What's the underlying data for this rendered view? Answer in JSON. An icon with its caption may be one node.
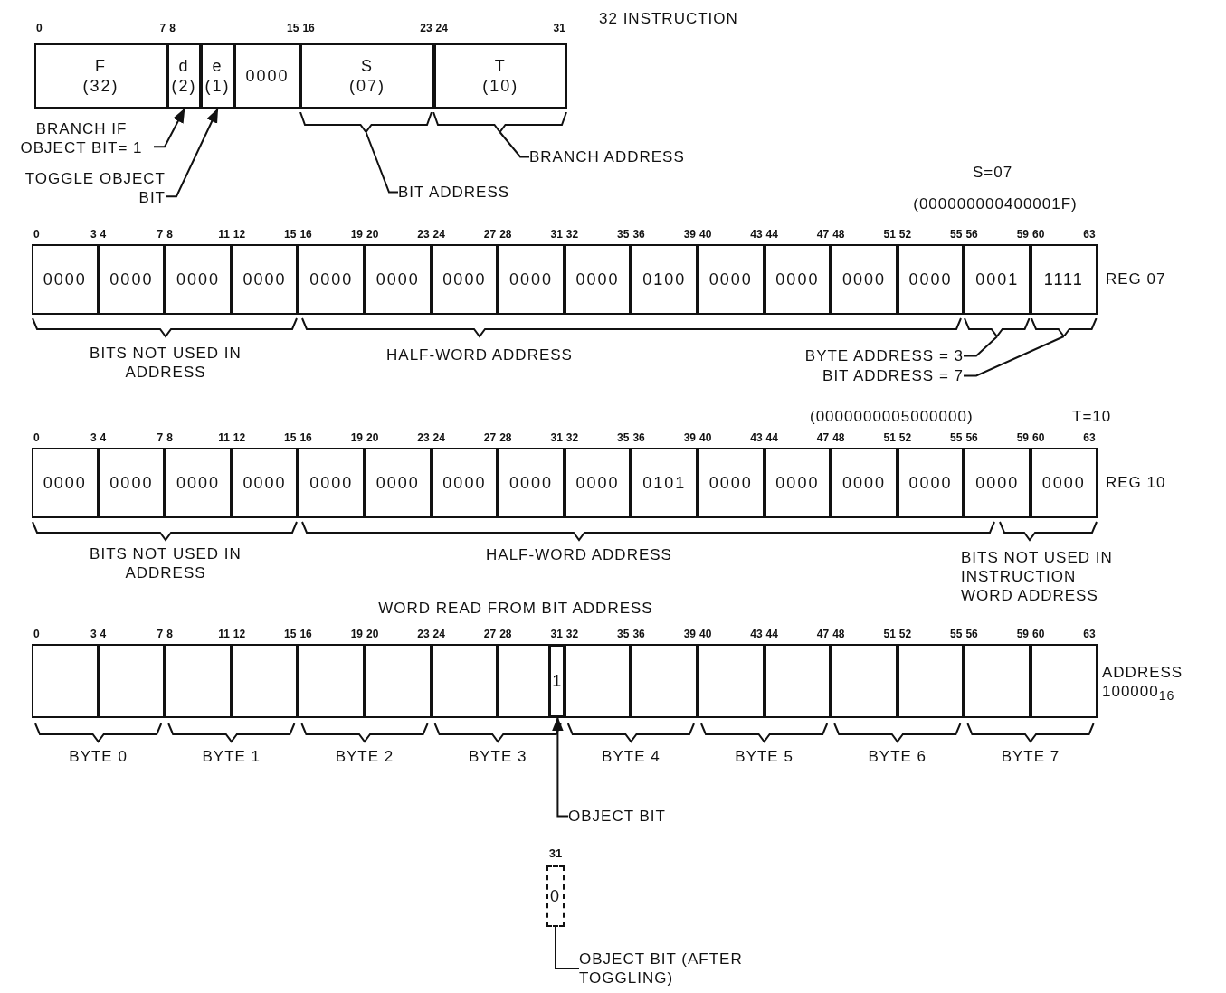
{
  "diagram": {
    "nodes": [
      {
        "text": [
          "F",
          "(32)"
        ]
      },
      {
        "text": [
          "d",
          "(2)"
        ]
      },
      {
        "text": [
          "e",
          "(1)"
        ]
      },
      {
        "text": [
          "0000"
        ]
      },
      {
        "text": [
          "S",
          "(07)"
        ]
      },
      {
        "text": [
          "T",
          "(10)"
        ]
      },
      {
        "text": [
          "BRANCH IF OBJECT BIT= 1"
        ]
      },
      {
        "text": [
          "TOGGLE OBJECT BIT"
        ]
      },
      {
        "text": [],
        "shape": "bracket"
      },
      {
        "text": [],
        "shape": "bracket"
      },
      {
        "text": [
          "BIT ADDRESS"
        ]
      },
      {
        "text": [
          "BRANCH ADDRESS"
        ]
      },
      {
        "text": [
          "0000"
        ]
      },
      {
        "text": [
          "0000"
        ]
      },
      {
        "text": [
          "0000"
        ]
      },
      {
        "text": [
          "0000"
        ]
      },
      {
        "text": [
          "0000"
        ]
      },
      {
        "text": [
          "0000"
        ]
      },
      {
        "text": [
          "0000"
        ]
      },
      {
        "text": [
          "0000"
        ]
      },
      {
        "text": [
          "0000"
        ]
      },
      {
        "text": [
          "0100"
        ]
      },
      {
        "text": [
          "0000"
        ]
      },
      {
        "text": [
          "0000"
        ]
      },
      {
        "text": [
          "0000"
        ]
      },
      {
        "text": [
          "0000"
        ]
      },
      {
        "text": [
          "0001"
        ]
      },
      {
        "text": [
          "1111"
        ]
      },
      {
        "text": [],
        "shape": "bracket"
      },
      {
        "text": [],
        "shape": "bracket"
      },
      {
        "text": [
          "BYTE ADDRESS = 3"
        ]
      },
      {
        "text": [
          "BIT ADDRESS = 7"
        ]
      },
      {
        "text": [
          "0000"
        ]
      },
      {
        "text": [
          "0000"
        ]
      },
      {
        "text": [
          "0000"
        ]
      },
      {
        "text": [
          "0000"
        ]
      },
      {
        "text": [
          "0000"
        ]
      },
      {
        "text": [
          "0000"
        ]
      },
      {
        "text": [
          "0000"
        ]
      },
      {
        "text": [
          "0000"
        ]
      },
      {
        "text": [
          "0000"
        ]
      },
      {
        "text": [
          "0101"
        ]
      },
      {
        "text": [
          "0000"
        ]
      },
      {
        "text": [
          "0000"
        ]
      },
      {
        "text": [
          "0000"
        ]
      },
      {
        "text": [
          "0000"
        ]
      },
      {
        "text": [
          "0000"
        ]
      },
      {
        "text": [
          "0000"
        ]
      },
      {
        "text": [],
        "shape": "box"
      },
      {
        "text": [],
        "shape": "box"
      },
      {
        "text": [],
        "shape": "box"
      },
      {
        "text": [],
        "shape": "box"
      },
      {
        "text": [],
        "shape": "box"
      },
      {
        "text": [],
        "shape": "box"
      },
      {
        "text": [],
        "shape": "box"
      },
      {
        "text": [],
        "shape": "box"
      },
      {
        "text": [],
        "shape": "box"
      },
      {
        "text": [],
        "shape": "box"
      },
      {
        "text": [],
        "shape": "box"
      },
      {
        "text": [],
        "shape": "box"
      },
      {
        "text": [],
        "shape": "box"
      },
      {
        "text": [],
        "shape": "box"
      },
      {
        "text": [],
        "shape": "box"
      },
      {
        "text": [],
        "shape": "box"
      },
      {
        "text": [
          "1"
        ],
        "in": 55
      },
      {
        "text": [
          "OBJECT BIT"
        ]
      },
      {
        "text": [
          "0"
        ],
        "beside": [
          "31"
        ]
      },
      {
        "text": [
          "OBJECT BIT (AFTER TOGGLING)"
        ]
      }
    ],
    "edges": [
      {
        "from": 6,
        "to": 1,
        "arrow": "to"
      },
      {
        "from": 7,
        "to": 2,
        "arrow": "to"
      },
      {
        "from": 10,
        "to": 8,
        "arrow": "none"
      },
      {
        "from": 11,
        "to": 9,
        "arrow": "none"
      },
      {
        "from": 30,
        "to": 28,
        "arrow": "none"
      },
      {
        "from": 31,
        "to": 29,
        "arrow": "none"
      },
      {
        "from": 65,
        "to": 64,
        "arrow": "to"
      },
      {
        "from": 67,
        "to": 66,
        "arrow": "none"
      }
    ],
    "labels": [
      "32 INSTRUCTION",
      "0",
      "7",
      "8",
      "15",
      "16",
      "23",
      "24",
      "31",
      "S=07",
      "(000000000400001F)",
      "0",
      "3",
      "4",
      "7",
      "8",
      "11",
      "12",
      "15",
      "16",
      "19",
      "20",
      "23",
      "24",
      "27",
      "28",
      "31",
      "32",
      "35",
      "36",
      "39",
      "40",
      "43",
      "44",
      "47",
      "48",
      "51",
      "52",
      "55",
      "56",
      "59",
      "60",
      "63",
      "REG 07",
      "BITS NOT USED IN ADDRESS",
      "HALF-WORD ADDRESS",
      "(0000000005000000)",
      "T=10",
      "0",
      "3",
      "4",
      "7",
      "8",
      "11",
      "12",
      "15",
      "16",
      "19",
      "20",
      "23",
      "24",
      "27",
      "28",
      "31",
      "32",
      "35",
      "36",
      "39",
      "40",
      "43",
      "44",
      "47",
      "48",
      "51",
      "52",
      "55",
      "56",
      "59",
      "60",
      "63",
      "REG 10",
      "BITS NOT USED IN ADDRESS",
      "HALF-WORD ADDRESS",
      "BITS NOT USED IN INSTRUCTION WORD ADDRESS",
      "WORD READ FROM BIT ADDRESS",
      "0",
      "3",
      "4",
      "7",
      "8",
      "11",
      "12",
      "15",
      "16",
      "19",
      "20",
      "23",
      "24",
      "27",
      "28",
      "31",
      "32",
      "35",
      "36",
      "39",
      "40",
      "43",
      "44",
      "47",
      "48",
      "51",
      "52",
      "55",
      "56",
      "59",
      "60",
      "63",
      "ADDRESS 100000$_{16}$",
      "BYTE 0",
      "BYTE 1",
      "BYTE 2",
      "BYTE 3",
      "BYTE 4",
      "BYTE 5",
      "BYTE 6",
      "BYTE 7"
    ]
  }
}
